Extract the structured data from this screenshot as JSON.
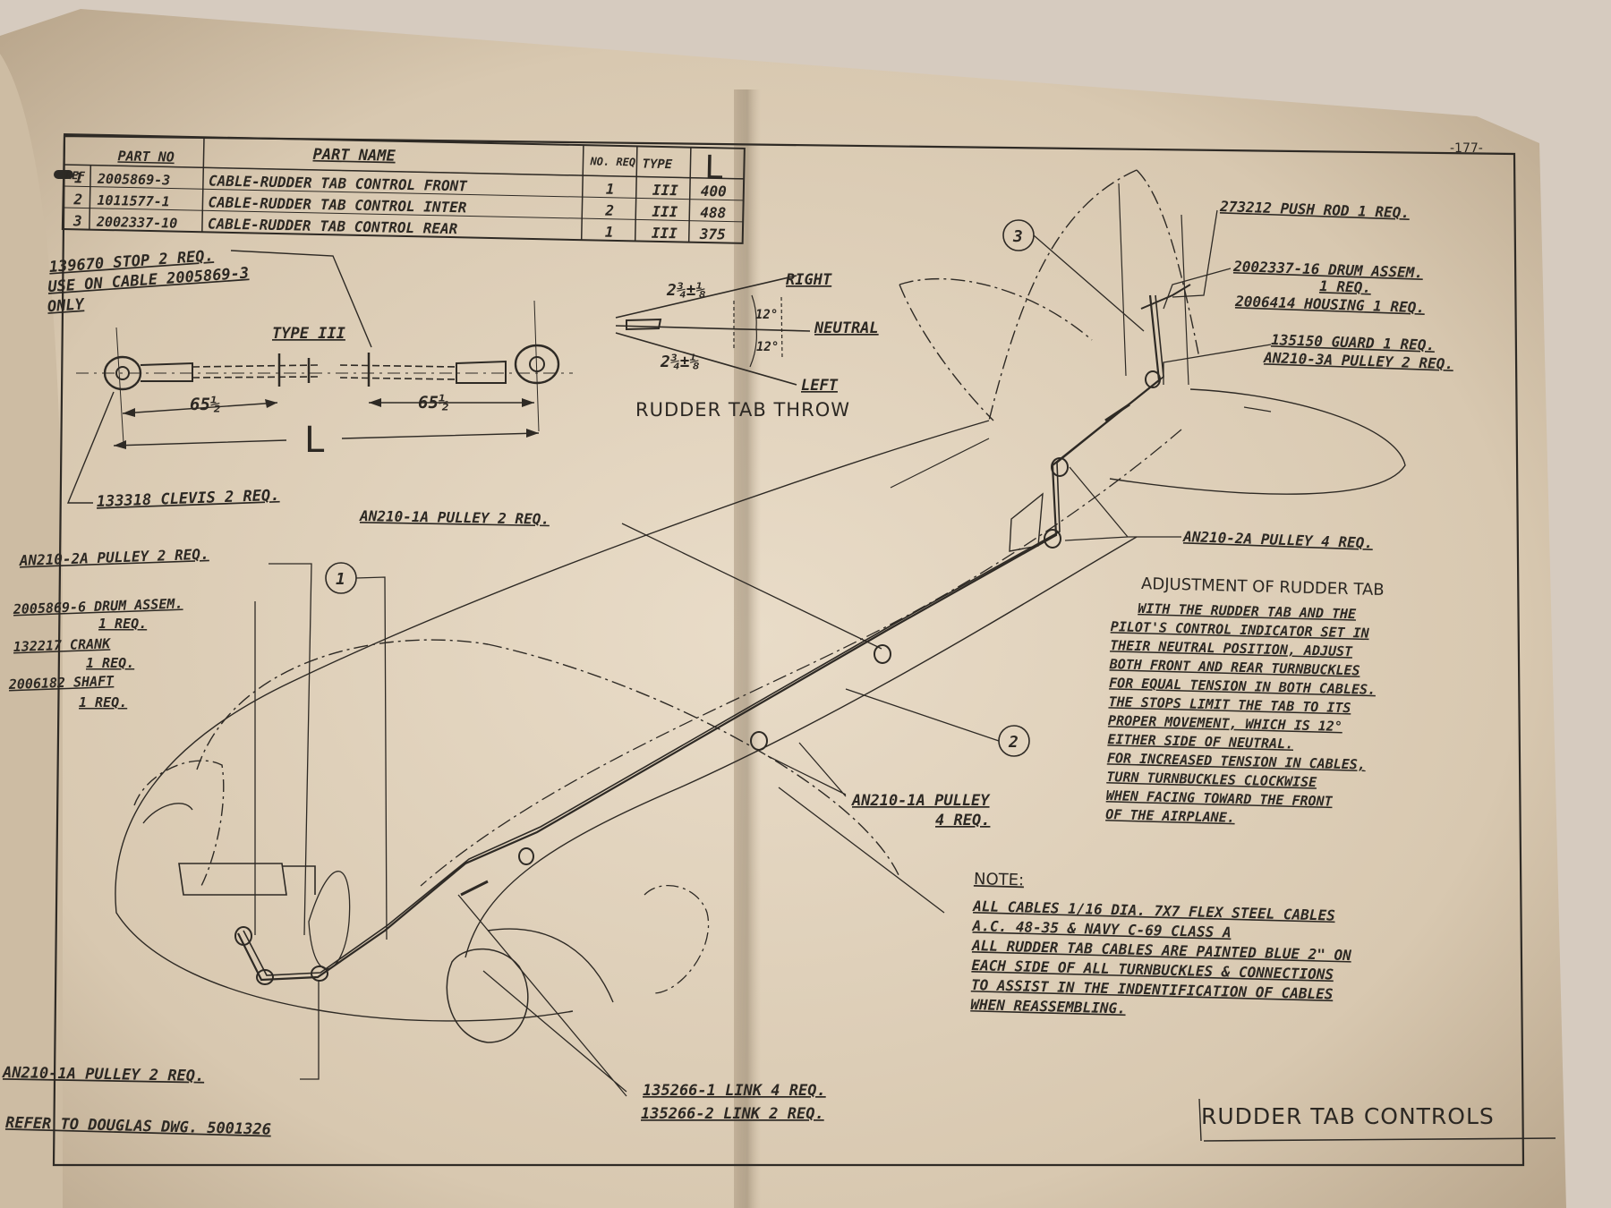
{
  "page_number": "-177-",
  "title": "RUDDER TAB CONTROLS",
  "reference_note": "REFER TO DOUGLAS DWG. 5001326",
  "parts_table": {
    "headers": {
      "ref": "REF",
      "part_no": "PART NO",
      "part_name": "PART NAME",
      "no_req": "NO. REQ",
      "type": "TYPE",
      "length": "L"
    },
    "rows": [
      {
        "ref": "1",
        "part_no": "2005869-3",
        "part_name": "CABLE-RUDDER TAB CONTROL FRONT",
        "no_req": "1",
        "type": "III",
        "length": "400"
      },
      {
        "ref": "2",
        "part_no": "1011577-1",
        "part_name": "CABLE-RUDDER TAB CONTROL INTER",
        "no_req": "2",
        "type": "III",
        "length": "488"
      },
      {
        "ref": "3",
        "part_no": "2002337-10",
        "part_name": "CABLE-RUDDER TAB CONTROL REAR",
        "no_req": "1",
        "type": "III",
        "length": "375"
      }
    ]
  },
  "cable_detail": {
    "stop_note": [
      "139670 STOP 2 REQ.",
      "USE ON CABLE 2005869-3",
      "ONLY"
    ],
    "type_label": "TYPE III",
    "dim_left": "65½",
    "dim_right": "65½",
    "length_label": "L",
    "clevis": "133318 CLEVIS 2 REQ."
  },
  "throw_diagram": {
    "title": "RUDDER TAB THROW",
    "right": "RIGHT",
    "neutral": "NEUTRAL",
    "left": "LEFT",
    "angle_upper": "12°",
    "angle_lower": "12°",
    "dim_upper": "2¾±⅛",
    "dim_lower": "2¾±⅛"
  },
  "callouts": {
    "push_rod": "273212 PUSH ROD 1 REQ.",
    "drum_assem_rear": [
      "2002337-16 DRUM ASSEM.",
      "1 REQ.",
      "2006414 HOUSING 1 REQ."
    ],
    "guard": "135150 GUARD 1 REQ.",
    "pulley_3a": "AN210-3A PULLEY 2 REQ.",
    "pulley_2a_4": "AN210-2A PULLEY 4 REQ.",
    "pulley_1a_2_upper": "AN210-1A PULLEY 2 REQ.",
    "pulley_2a_2": "AN210-2A PULLEY 2 REQ.",
    "drum_assem_front": [
      "2005869-6 DRUM ASSEM.",
      "1 REQ."
    ],
    "crank": [
      "132217 CRANK",
      "1 REQ."
    ],
    "shaft": [
      "2006182 SHAFT",
      "1 REQ."
    ],
    "pulley_1a_4": [
      "AN210-1A PULLEY",
      "4 REQ."
    ],
    "pulley_1a_2_lower": "AN210-1A PULLEY 2 REQ.",
    "links": [
      "135266-1 LINK 4 REQ.",
      "135266-2 LINK 2 REQ."
    ]
  },
  "circle_refs": [
    "1",
    "2",
    "3"
  ],
  "adjustment": {
    "heading": "ADJUSTMENT OF RUDDER TAB",
    "lines": [
      "WITH THE RUDDER TAB AND THE",
      "PILOT'S CONTROL INDICATOR SET IN",
      "THEIR NEUTRAL POSITION, ADJUST",
      "BOTH FRONT AND REAR TURNBUCKLES",
      "FOR EQUAL TENSION IN BOTH CABLES.",
      "THE STOPS LIMIT THE TAB TO ITS",
      "PROPER MOVEMENT, WHICH IS 12°",
      "EITHER SIDE OF NEUTRAL.",
      "FOR INCREASED TENSION IN CABLES,",
      "TURN TURNBUCKLES CLOCKWISE",
      "WHEN FACING TOWARD THE FRONT",
      "OF THE AIRPLANE."
    ]
  },
  "note": {
    "heading": "NOTE:",
    "lines": [
      "ALL CABLES 1/16 DIA. 7X7 FLEX STEEL CABLES",
      "A.C. 48-35 & NAVY C-69 CLASS A",
      "ALL RUDDER TAB CABLES ARE PAINTED BLUE 2\" ON",
      "EACH SIDE OF ALL TURNBUCKLES & CONNECTIONS",
      "TO ASSIST IN THE INDENTIFICATION OF CABLES",
      "WHEN REASSEMBLING."
    ]
  }
}
